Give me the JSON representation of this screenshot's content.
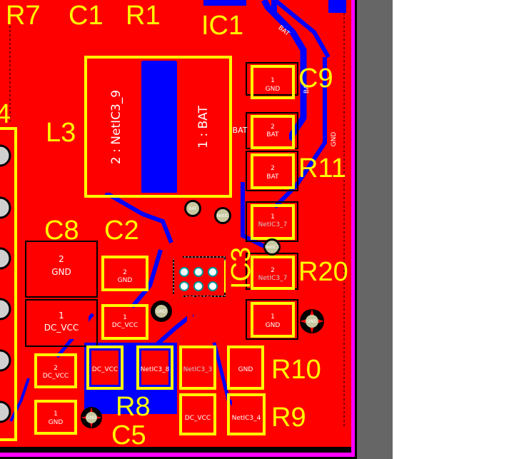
{
  "colors": {
    "copper_top": "#ff0000",
    "copper_bottom": "#0000ff",
    "silkscreen": "#ffff00",
    "board_edge": "#ff00ff",
    "outside": "#666666",
    "via": "#c8c8a0"
  },
  "designators": {
    "r7": "R7",
    "c1": "C1",
    "r1": "R1",
    "ic1": "IC1",
    "c9": "C9",
    "l3": "L3",
    "r11": "R11",
    "c8": "C8",
    "c2": "C2",
    "ic3": "IC3",
    "r20": "R20",
    "r10": "R10",
    "r8": "R8",
    "r9": "R9",
    "c5": "C5",
    "edge_4": "4"
  },
  "nets": {
    "bat_trace_top": "BAT",
    "bat_left": "BAT",
    "gnd_right": "GND",
    "bat_right": "BA"
  },
  "pads": {
    "l3_pad2": "2 : NetIC3_9",
    "l3_pad1": "1 : BAT",
    "c9_1_num": "1",
    "c9_1_net": "GND",
    "c9_2_num": "2",
    "c9_2_net": "BAT",
    "r11_2_num": "2",
    "r11_2_net": "BAT",
    "r11_1_num": "1",
    "r11_1_net": "NetIC3_7",
    "r20_2_num": "2",
    "r20_2_net": "NetIC3_7",
    "r20_1_num": "1",
    "r20_1_net": "GND",
    "c8_2_num": "2",
    "c8_2_net": "GND",
    "c8_1_num": "1",
    "c8_1_net": "DC_VCC",
    "c2_2_num": "2",
    "c2_2_net": "GND",
    "c2_1_num": "1",
    "c2_1_net": "DC_VCC",
    "c5_2_num": "2",
    "c5_2_net": "DC_VCC",
    "c5_1_num": "1",
    "c5_1_net": "GND",
    "r8_a": "DC_VCC",
    "r8_b": "NetIC3_8",
    "r10_a": "NetIC3_3",
    "r10_b": "GND",
    "r9_a": "DC_VCC",
    "r9_b": "NetIC3_4"
  },
  "vias": {
    "v1": "BAT",
    "v2": "NetIC",
    "v3": "NetIC3",
    "v4": "GND",
    "v5": "GND",
    "v6": "GND"
  }
}
